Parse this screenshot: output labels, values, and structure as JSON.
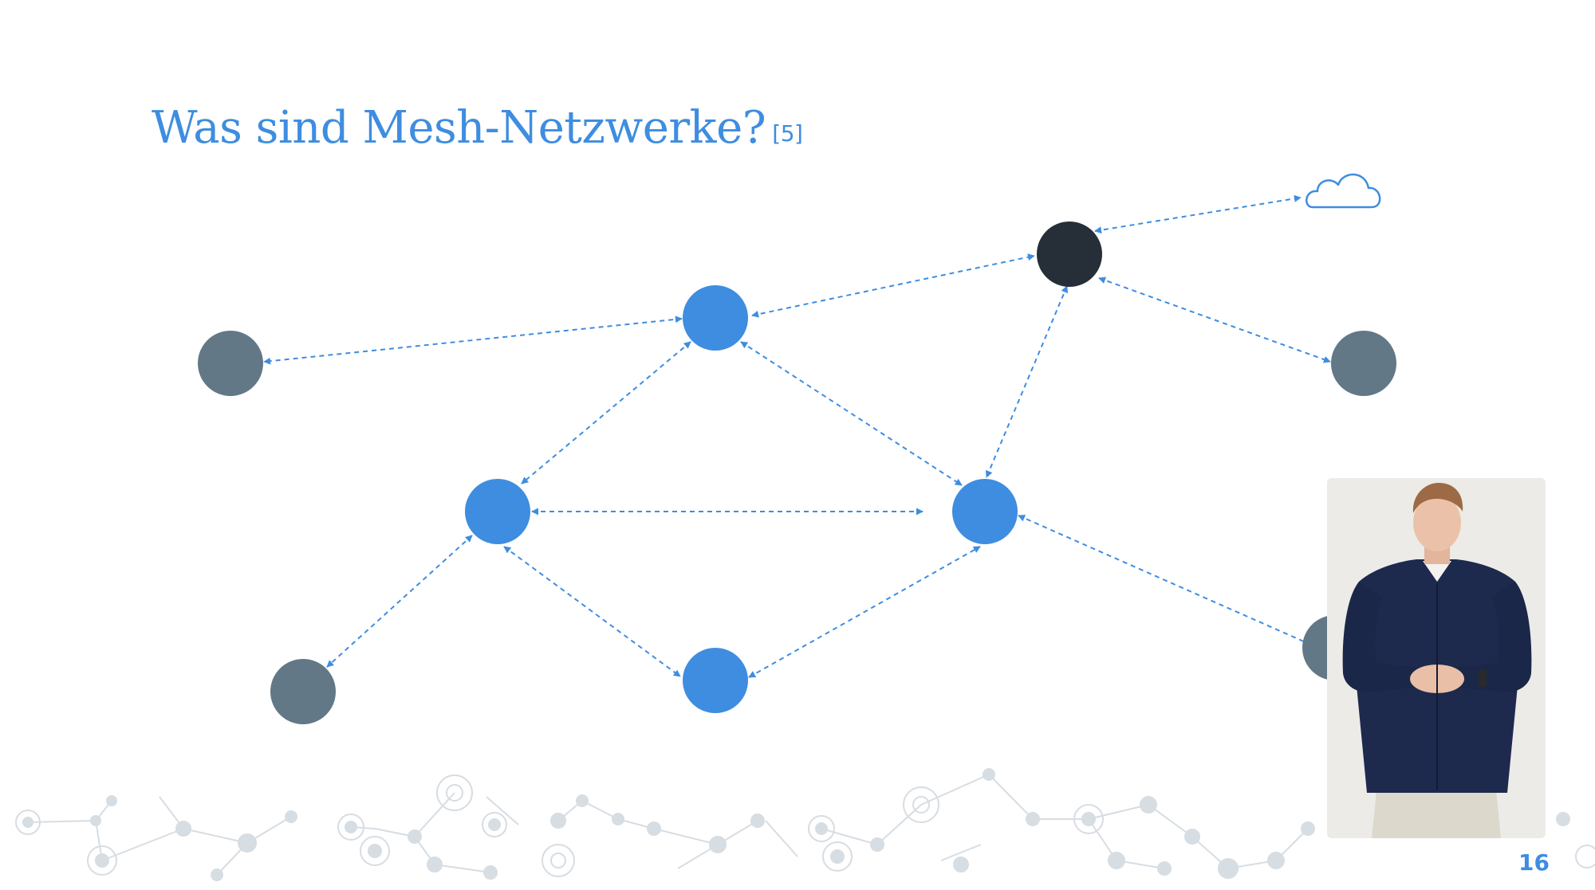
{
  "slide": {
    "title": "Was sind Mesh-Netzwerke?",
    "reference": "[5]",
    "page_number": "16"
  },
  "colors": {
    "accent": "#3e8de0",
    "node_blue": "#3e8de0",
    "node_grey": "#627886",
    "node_dark": "#262e37",
    "edge": "#3e8de0",
    "pattern": "#d6dde3"
  },
  "icons": {
    "cloud": "cloud-icon"
  }
}
